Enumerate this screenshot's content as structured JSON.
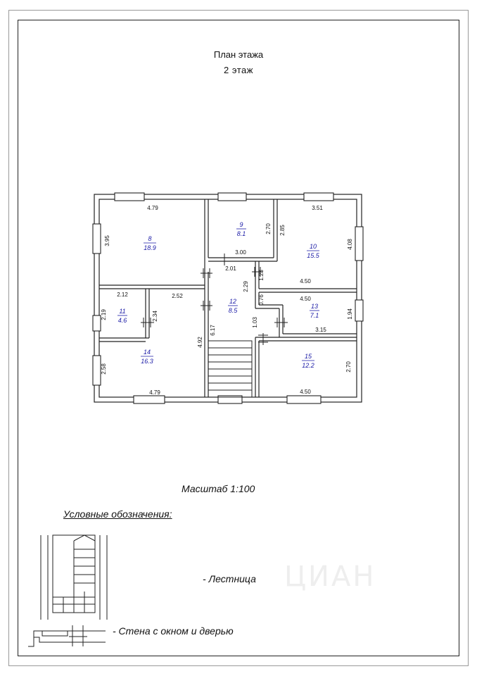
{
  "header": {
    "title_line1": "План этажа",
    "title_line2": "2  этаж"
  },
  "rooms": [
    {
      "num": "8",
      "area": "18.9"
    },
    {
      "num": "9",
      "area": "8.1"
    },
    {
      "num": "10",
      "area": "15.5"
    },
    {
      "num": "11",
      "area": "4.6"
    },
    {
      "num": "12",
      "area": "8.5"
    },
    {
      "num": "13",
      "area": "7.1"
    },
    {
      "num": "14",
      "area": "16.3"
    },
    {
      "num": "15",
      "area": "12.2"
    }
  ],
  "dims": [
    "4.79",
    "3.95",
    "2.70",
    "3.00",
    "2.85",
    "3.51",
    "4.08",
    "2.01",
    "1.23",
    "2.29",
    "4.50",
    "2.12",
    "2.52",
    "2.19",
    "2.34",
    "0.76",
    "4.50",
    "1.94",
    "1.03",
    "3.15",
    "6.17",
    "4.92",
    "2.58",
    "4.79",
    "2.70",
    "4.50"
  ],
  "scale": "Масштаб 1:100",
  "legend": {
    "title": "Условные обозначения:",
    "stairs": "-  Лестница",
    "wall": "-  Стена с окном и дверью"
  },
  "watermark": "ЦИАН",
  "colors": {
    "room_label": "#1a1aa6",
    "wall": "#222222"
  }
}
